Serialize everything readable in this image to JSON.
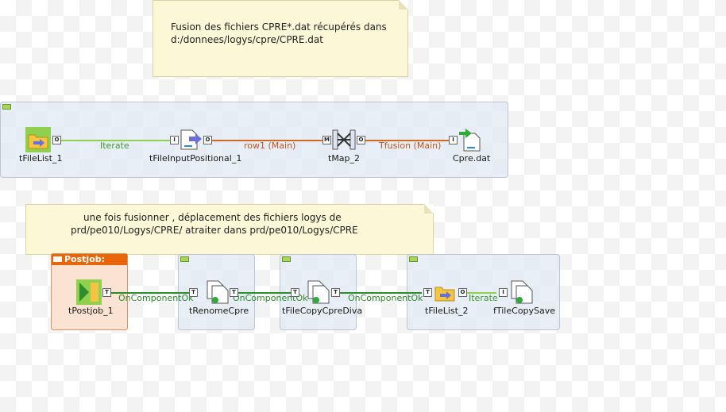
{
  "notes": [
    {
      "lines": [
        "Fusion des fichiers CPRE*.dat récupérés dans",
        "d:/donnees/logys/cpre/CPRE.dat"
      ]
    },
    {
      "lines": [
        "une fois fusionner , déplacement des fichiers logys de",
        "prd/pe010/Logys/CPRE/ atraiter dans prd/pe010/Logys/CPRE"
      ]
    }
  ],
  "postjob_title": "Postjob:",
  "components": {
    "tFileList_1": "tFileList_1",
    "tFileInputPositional_1": "tFileInputPositional_1",
    "tMap_2": "tMap_2",
    "cpre": "Cpre.dat",
    "tPostjob_1": "tPostjob_1",
    "tRenomeCpre": "tRenomeCpre",
    "tFileCopyCpreDiva": "tFileCopyCpreDiva",
    "tFileList_2": "tFileList_2",
    "tFileCopySave": "fTileCopySave"
  },
  "links": {
    "iterate1": "Iterate",
    "row1": "row1 (Main)",
    "tfusion": "Tfusion (Main)",
    "ok1": "OnComponentOk",
    "ok2": "OnComponentOk",
    "ok3": "OnComponentOk",
    "iterate2": "Iterate"
  },
  "ports": {
    "o": "O",
    "i": "I",
    "m": "M",
    "t": "T"
  },
  "colors": {
    "iterate": "#8fd14f",
    "main": "#d2691e",
    "ok": "#2e8b2e",
    "postjob": "#e8650a"
  }
}
